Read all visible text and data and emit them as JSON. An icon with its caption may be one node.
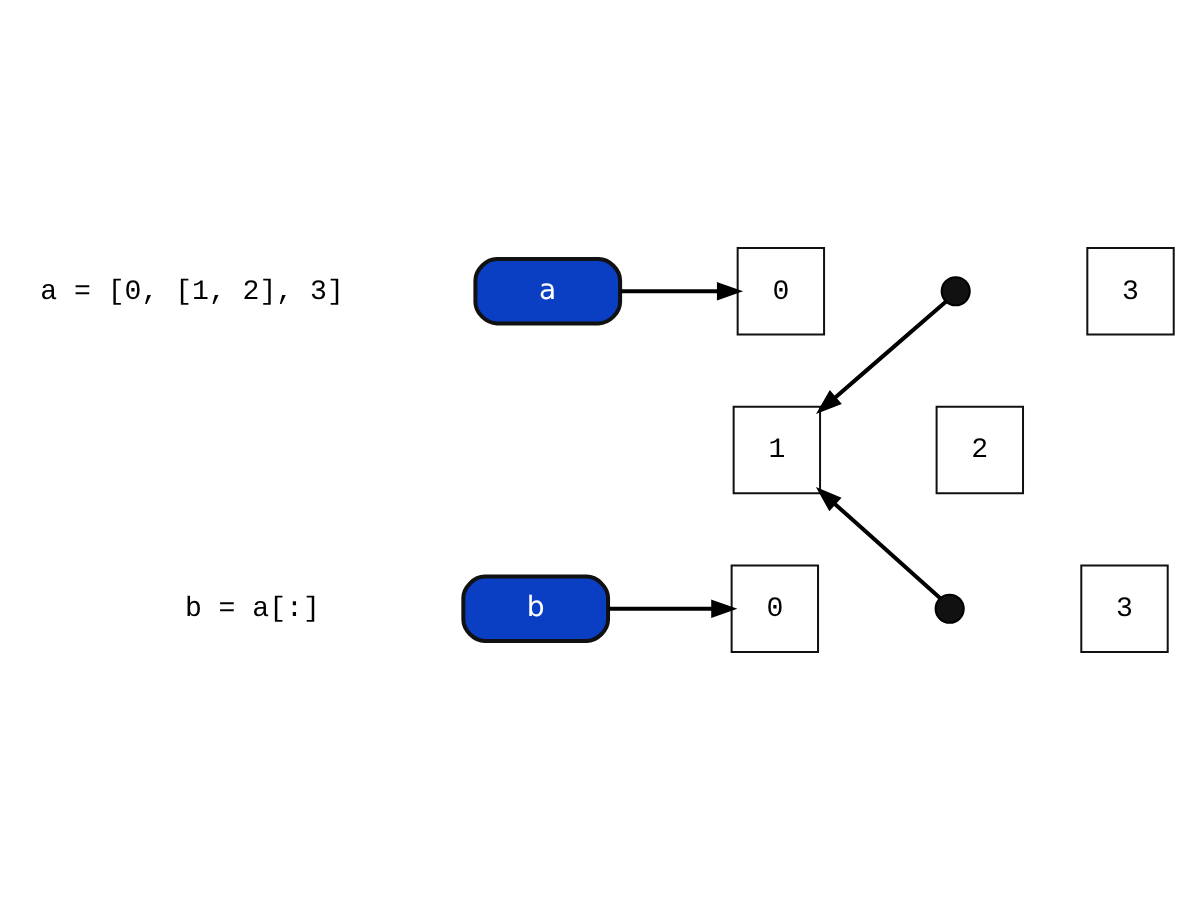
{
  "diagram": {
    "nodes": [
      {
        "text": [
          "a"
        ]
      },
      {
        "text": [
          "0"
        ]
      },
      {
        "text": [],
        "shape": "circle"
      },
      {
        "text": [
          "3"
        ]
      },
      {
        "text": [
          "1"
        ]
      },
      {
        "text": [
          "2"
        ]
      },
      {
        "text": [
          "b"
        ]
      },
      {
        "text": [
          "0"
        ]
      },
      {
        "text": [],
        "shape": "circle"
      },
      {
        "text": [
          "3"
        ]
      }
    ],
    "edges": [
      {
        "from": 0,
        "to": 1,
        "arrow": "to"
      },
      {
        "from": 2,
        "to": 4,
        "arrow": "to"
      },
      {
        "from": 6,
        "to": 7,
        "arrow": "to"
      },
      {
        "from": 8,
        "to": 4,
        "arrow": "to"
      }
    ],
    "labels": [
      "a = [0, [1, 2], 3]",
      "b = a[:]"
    ]
  }
}
